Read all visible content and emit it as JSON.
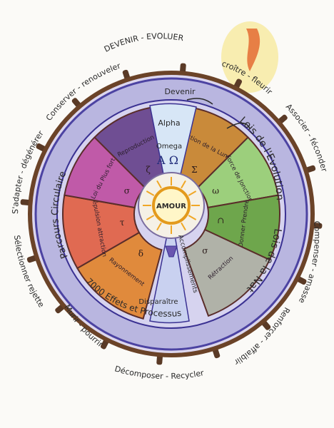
{
  "outer_labels": {
    "top": "DEVENIR - EVOLUER",
    "top_right": "croître - fleurir",
    "right_upper": "Associer - féconder",
    "right_lower": "Compenser - amasser",
    "bottom_right": "Renforcer - affaiblir",
    "bottom": "Décomposer - Recycler",
    "bottom_left": "Murir - pourrir",
    "left_lower": "Sélectionner rejetter",
    "left_upper": "S'adapter - dégénérer",
    "top_left": "Conserver - renouveler"
  },
  "ring_labels": {
    "left": "Parcours Circulaire",
    "right_top": "Lois de l'Evolution",
    "right_bottom": "Lois de la Nature",
    "bottom": "7000 Effets et Processus",
    "top": "Devenir"
  },
  "center": {
    "alpha": "Alpha",
    "omega": "Omega",
    "amour": "AMOUR",
    "symbols": "Α Ω",
    "disparaitre": "Disparaître",
    "accomplissements": "Accomplissements"
  },
  "segments": [
    {
      "name": "attraction",
      "label": "Attraction de la Lumière",
      "symbol": "Σ",
      "color": "#c98a3a"
    },
    {
      "name": "force",
      "label": "Force de Jonction",
      "symbol": "ω",
      "color": "#9ccf7c"
    },
    {
      "name": "donner",
      "label": "Donner Prendre",
      "symbol": "∩",
      "color": "#6ea64c"
    },
    {
      "name": "retraction",
      "label": "Rétraction",
      "symbol": "σ",
      "color": "#b0b2a8"
    },
    {
      "name": "rayonnement",
      "label": "Rayonnement",
      "symbol": "δ",
      "color": "#e08a3c"
    },
    {
      "name": "repulsion",
      "label": "Répulsion attraction",
      "symbol": "τ",
      "color": "#e06a52"
    },
    {
      "name": "loi",
      "label": "Loi du Plus fort",
      "symbol": "σ",
      "color": "#c05aa8"
    },
    {
      "name": "reproduction",
      "label": "Reproduction",
      "symbol": "ζ",
      "color": "#6f4e93"
    }
  ]
}
